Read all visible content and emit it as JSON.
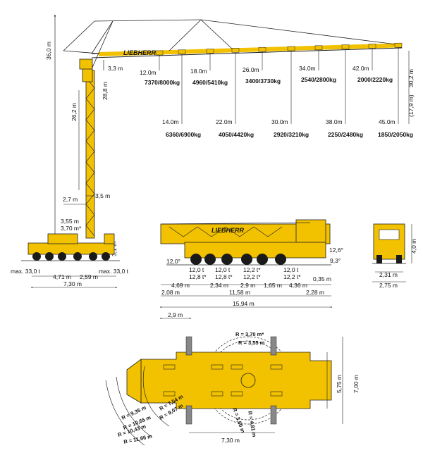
{
  "colors": {
    "yellow": "#f2c100",
    "dark": "#1a1a1a",
    "line": "#222222",
    "grey": "#888888"
  },
  "side_view": {
    "heights": {
      "total": "36,0 m",
      "top_section": "3,3 m",
      "mast": "28,8 m",
      "lower": "26,2 m",
      "crane_h": "30,2 m",
      "hook_h": "(17,9 m)"
    },
    "mast_dims": {
      "a": "2,7 m",
      "b": "3,5 m",
      "c": "3,55 m",
      "d": "3,70 m*",
      "e": "3,1 m"
    },
    "base_dims": {
      "left_load": "max. 33,0 t",
      "right_load": "max. 33,0 t",
      "w1": "4,71 m",
      "w2": "2,59 m",
      "total": "7,30 m"
    },
    "brand": "LIEBHERR",
    "loads": [
      {
        "r": "12.0m",
        "v": "7370/8000kg"
      },
      {
        "r": "14.0m",
        "v": "6360/6900kg"
      },
      {
        "r": "18.0m",
        "v": "4960/5410kg"
      },
      {
        "r": "22.0m",
        "v": "4050/4420kg"
      },
      {
        "r": "26.0m",
        "v": "3400/3730kg"
      },
      {
        "r": "30.0m",
        "v": "2920/3210kg"
      },
      {
        "r": "34.0m",
        "v": "2540/2800kg"
      },
      {
        "r": "38.0m",
        "v": "2250/2480kg"
      },
      {
        "r": "42.0m",
        "v": "2000/2220kg"
      },
      {
        "r": "45.0m",
        "v": "1850/2050kg"
      }
    ]
  },
  "transport": {
    "angle_left": "12,0°",
    "angle_right_a": "12,6°",
    "angle_right_b": "9,3°",
    "axles": [
      "12,0 t",
      "12,8 t*",
      "12,0 t",
      "12,8 t*",
      "12,2 t*",
      "12,0 t",
      "12,2 t*",
      "12,0 t",
      "12,2 t*"
    ],
    "dims_row1": [
      "4,69 m",
      "2,34 m",
      "2,9 m",
      "1,65 m",
      "4,36 m"
    ],
    "rear_gap": "0,35 m",
    "dims_row2": [
      "2,08 m",
      "11,58 m",
      "2,28 m"
    ],
    "dims_row3": "15,94 m",
    "dims_row4": "2,9 m",
    "front_h": "4,0 m",
    "front_w1": "2,31 m",
    "front_w2": "2,75 m"
  },
  "plan": {
    "r1": "R = 3,70 m*",
    "r2": "R = 3,55 m",
    "r3": "R = 3,60 m",
    "r4": "R = 4,81 m",
    "left_radii": [
      "R = 7,54 m",
      "R = 9,35 m",
      "R = 9,07 m",
      "R = 10,65 m",
      "R = 10,43 m",
      "R = 11,66 m"
    ],
    "w1": "5,75 m",
    "w2": "7,00 m",
    "len": "7,30 m"
  }
}
